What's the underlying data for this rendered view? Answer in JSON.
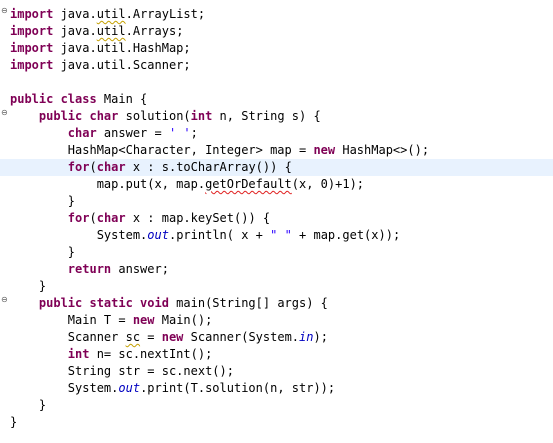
{
  "editor": {
    "indent": "    ",
    "lines": [
      [
        {
          "t": "import",
          "c": "kw"
        },
        {
          "t": " java."
        },
        {
          "t": "util",
          "c": "warn"
        },
        {
          "t": ".ArrayList;"
        }
      ],
      [
        {
          "t": "import",
          "c": "kw"
        },
        {
          "t": " java."
        },
        {
          "t": "util",
          "c": "warn"
        },
        {
          "t": ".Arrays;"
        }
      ],
      [
        {
          "t": "import",
          "c": "kw"
        },
        {
          "t": " java.util.HashMap;"
        }
      ],
      [
        {
          "t": "import",
          "c": "kw"
        },
        {
          "t": " java.util.Scanner;"
        }
      ],
      [],
      [
        {
          "t": "public class",
          "c": "kw"
        },
        {
          "t": " Main {"
        }
      ],
      [
        {
          "t": "    "
        },
        {
          "t": "public char",
          "c": "kw"
        },
        {
          "t": " solution("
        },
        {
          "t": "int",
          "c": "kw"
        },
        {
          "t": " n, String s) {"
        }
      ],
      [
        {
          "t": "        "
        },
        {
          "t": "char",
          "c": "kw"
        },
        {
          "t": " answer = "
        },
        {
          "t": "' '",
          "c": "str"
        },
        {
          "t": ";"
        }
      ],
      [
        {
          "t": "        HashMap<Character, Integer> map = "
        },
        {
          "t": "new",
          "c": "kw"
        },
        {
          "t": " HashMap<>();"
        }
      ],
      [
        {
          "t": "        "
        },
        {
          "t": "for",
          "c": "kw"
        },
        {
          "t": "("
        },
        {
          "t": "char",
          "c": "kw"
        },
        {
          "t": " x : s.toCharArray()) {"
        }
      ],
      [
        {
          "t": "            map.put(x, map."
        },
        {
          "t": "getOrDefault",
          "c": "err"
        },
        {
          "t": "(x, 0)+1);"
        }
      ],
      [
        {
          "t": "        }"
        }
      ],
      [
        {
          "t": "        "
        },
        {
          "t": "for",
          "c": "kw"
        },
        {
          "t": "("
        },
        {
          "t": "char",
          "c": "kw"
        },
        {
          "t": " x : map.keySet()) {"
        }
      ],
      [
        {
          "t": "            System."
        },
        {
          "t": "out",
          "c": "fld"
        },
        {
          "t": ".println( x + "
        },
        {
          "t": "\" \"",
          "c": "str"
        },
        {
          "t": " + map.get(x));"
        }
      ],
      [
        {
          "t": "        }"
        }
      ],
      [
        {
          "t": "        "
        },
        {
          "t": "return",
          "c": "kw"
        },
        {
          "t": " answer;"
        }
      ],
      [
        {
          "t": "    }"
        }
      ],
      [
        {
          "t": "    "
        },
        {
          "t": "public static void",
          "c": "kw"
        },
        {
          "t": " main(String[] args) {"
        }
      ],
      [
        {
          "t": "        Main T = "
        },
        {
          "t": "new",
          "c": "kw"
        },
        {
          "t": " Main();"
        }
      ],
      [
        {
          "t": "        Scanner "
        },
        {
          "t": "sc",
          "c": "warn"
        },
        {
          "t": " = "
        },
        {
          "t": "new",
          "c": "kw"
        },
        {
          "t": " Scanner(System."
        },
        {
          "t": "in",
          "c": "fld"
        },
        {
          "t": ");"
        }
      ],
      [
        {
          "t": "        "
        },
        {
          "t": "int",
          "c": "kw"
        },
        {
          "t": " n= sc.nextInt();"
        }
      ],
      [
        {
          "t": "        String str = sc.next();"
        }
      ],
      [
        {
          "t": "        System."
        },
        {
          "t": "out",
          "c": "fld"
        },
        {
          "t": ".print(T.solution(n, str));"
        }
      ],
      [
        {
          "t": "    }"
        }
      ],
      [
        {
          "t": "}"
        }
      ]
    ],
    "current_line": 10,
    "fold_markers": [
      {
        "line": 1,
        "symbol": "⊖"
      },
      {
        "line": 7,
        "symbol": "⊖"
      },
      {
        "line": 18,
        "symbol": "⊖"
      }
    ]
  }
}
